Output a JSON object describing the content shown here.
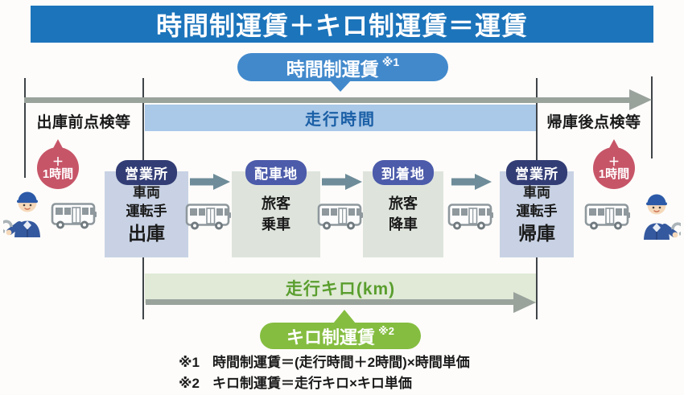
{
  "banner": {
    "title": "時間制運賃＋キロ制運賃＝運賃"
  },
  "time_fare_pill": {
    "label": "時間制運賃",
    "ref": "※1"
  },
  "timeline": {
    "pre_label": "出庫前点検等",
    "drive_label": "走行時間",
    "post_label": "帰庫後点検等"
  },
  "plus_one_hour": {
    "plus": "＋",
    "hour": "1時間"
  },
  "stations": [
    {
      "pill": "営業所",
      "rows": [
        "車両",
        "運転手"
      ],
      "emphasis": "出庫"
    },
    {
      "pill": "配車地",
      "rows": [
        "旅客",
        "乗車"
      ]
    },
    {
      "pill": "到着地",
      "rows": [
        "旅客",
        "降車"
      ]
    },
    {
      "pill": "営業所",
      "rows": [
        "車両",
        "運転手"
      ],
      "emphasis": "帰庫"
    }
  ],
  "distance_band": {
    "label": "走行キロ(km)"
  },
  "distance_fare_pill": {
    "label": "キロ制運賃",
    "ref": "※2"
  },
  "footnotes": [
    {
      "ref": "※1",
      "text": "時間制運賃＝(走行時間＋2時間)×時間単価"
    },
    {
      "ref": "※2",
      "text": "キロ制運賃＝走行キロ×キロ単価"
    }
  ],
  "colors": {
    "banner_blue": "#1c74bb",
    "time_pill_blue": "#4289cc",
    "drive_band_blue": "#aac8e8",
    "drive_text_blue": "#1a5fa6",
    "depot_pill_navy": "#333d75",
    "depot_box_blue": "#c8d2e4",
    "site_pill_indigo": "#4c5baa",
    "site_box_gray": "#dee4dc",
    "plus_hour_red": "#c75568",
    "distance_band_green": "#e0ead6",
    "distance_text_green": "#5a9e2e",
    "distance_pill_green": "#85bd40",
    "timeline_arrow_gray": "#9aa29c",
    "flow_arrow_slate": "#6e8c99"
  }
}
